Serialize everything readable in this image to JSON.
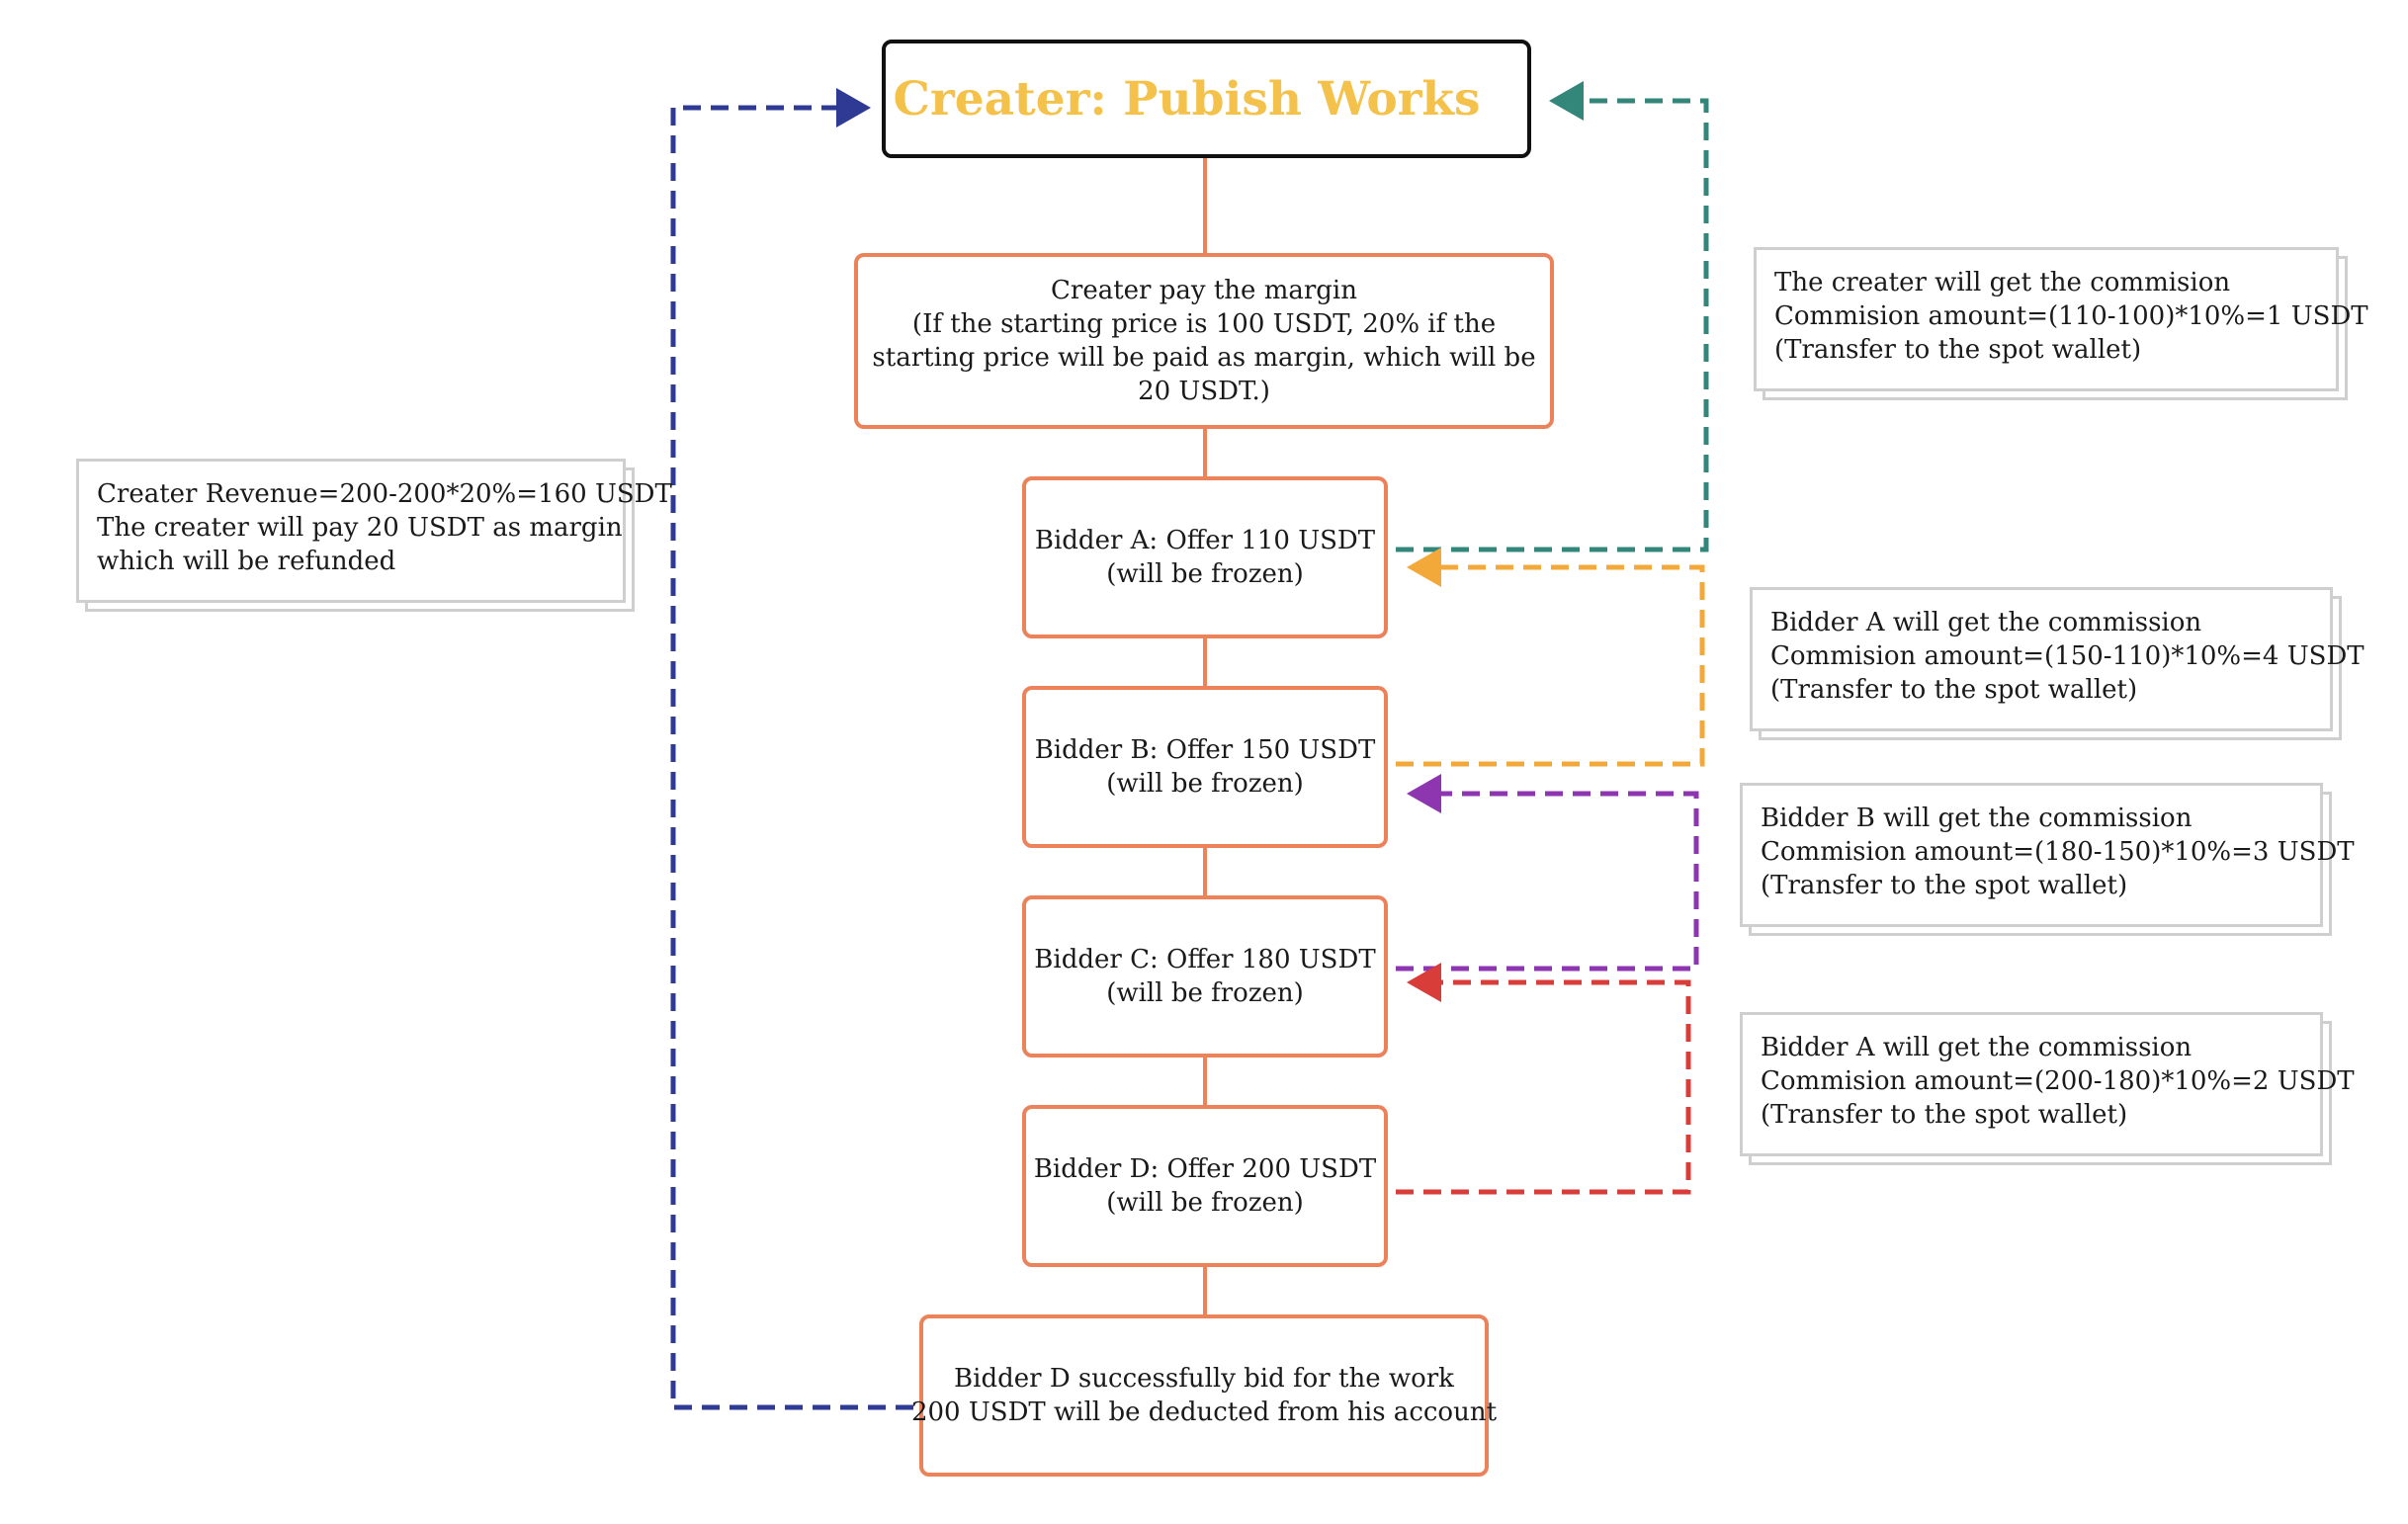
{
  "title": "Creater: Pubish Works",
  "steps": {
    "margin": [
      "Creater pay the margin",
      "(If the starting price is 100 USDT, 20% if the",
      "starting price will be paid as margin, which will be",
      "20 USDT.)"
    ],
    "bidder_a": [
      "Bidder A: Offer 110 USDT",
      "(will be frozen)"
    ],
    "bidder_b": [
      "Bidder B: Offer 150 USDT",
      "(will be frozen)"
    ],
    "bidder_c": [
      "Bidder C: Offer 180 USDT",
      "(will be frozen)"
    ],
    "bidder_d": [
      "Bidder D: Offer 200 USDT",
      "(will be frozen)"
    ],
    "final": [
      "Bidder D successfully bid for the work",
      "200 USDT will be deducted from his account"
    ]
  },
  "notes": {
    "revenue": [
      "Creater Revenue=200-200*20%=160 USDT",
      "The creater will pay 20 USDT as margin",
      "which will be refunded"
    ],
    "creater_commission": [
      "The creater will get the commision",
      "Commision amount=(110-100)*10%=1 USDT",
      "(Transfer to the spot wallet)"
    ],
    "bidder_a_commission": [
      "Bidder A will get the commission",
      "Commision amount=(150-110)*10%=4 USDT",
      "(Transfer to the spot wallet)"
    ],
    "bidder_b_commission": [
      "Bidder B will get the commission",
      "Commision amount=(180-150)*10%=3 USDT",
      "(Transfer to the spot wallet)"
    ],
    "bidder_c_commission": [
      "Bidder A will get the commission",
      "Commision amount=(200-180)*10%=2 USDT",
      "(Transfer to the spot wallet)"
    ]
  },
  "colors": {
    "title": "#f4c14a",
    "box_border": "#ec825a",
    "connector": "#ec825a",
    "arrow_navy": "#2f3a94",
    "arrow_teal": "#33877a",
    "arrow_orange": "#f3a93a",
    "arrow_purple": "#8d36b0",
    "arrow_red": "#d83d3a"
  }
}
